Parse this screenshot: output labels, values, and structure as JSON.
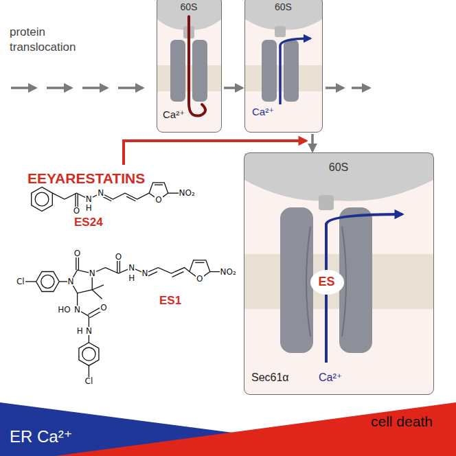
{
  "diagram": {
    "nodes": [
      {
        "text": [
          "60S",
          "Ca²⁺"
        ]
      },
      {
        "text": [
          "60S",
          "Ca²⁺"
        ]
      },
      {
        "text": [
          "60S",
          "Sec61α",
          "Ca²⁺"
        ]
      },
      {
        "text": [
          "ES"
        ],
        "in": 2
      }
    ],
    "edges": [
      {
        "from": 0,
        "to": 1,
        "arrow": "to"
      },
      {
        "from": 1,
        "to": 2,
        "arrow": "to"
      }
    ],
    "labels": [
      "protein translocation",
      "EEYARESTATINS",
      "ES24",
      "ES1",
      "O",
      "N",
      "H",
      "N",
      "O",
      "NO₂",
      "Cl",
      "N",
      "O",
      "N",
      "O",
      "N",
      "H",
      "N",
      "O",
      "NO₂",
      "HO",
      "N",
      "O",
      "N",
      "H",
      "Cl",
      "ER Ca²⁺",
      "cell death"
    ]
  }
}
